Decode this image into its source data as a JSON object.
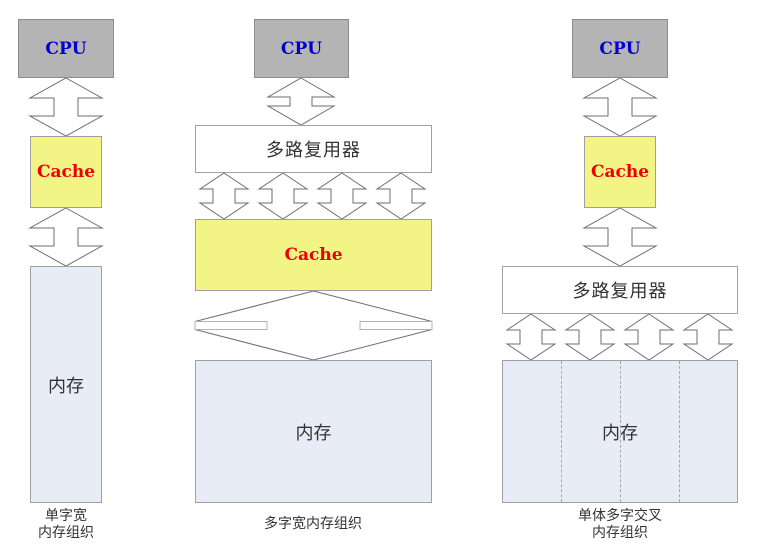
{
  "diagram": {
    "colors": {
      "cpu_fill": "#b4b4b4",
      "cpu_text": "#0000cc",
      "cache_fill": "#f2f585",
      "cache_text": "#ee0000",
      "memory_fill": "#e8ecf7",
      "mux_fill": "#ffffff"
    },
    "columns": [
      {
        "cpu_label": "CPU",
        "cache_label": "Cache",
        "memory_label": "内存",
        "caption_line1": "单字宽",
        "caption_line2": "内存组织"
      },
      {
        "cpu_label": "CPU",
        "mux_label": "多路复用器",
        "cache_label": "Cache",
        "memory_label": "内存",
        "caption_line1": "多字宽内存组织"
      },
      {
        "cpu_label": "CPU",
        "cache_label": "Cache",
        "mux_label": "多路复用器",
        "memory_label": "内存",
        "memory_banks": 4,
        "caption_line1": "单体多字交叉",
        "caption_line2": "内存组织"
      }
    ]
  }
}
